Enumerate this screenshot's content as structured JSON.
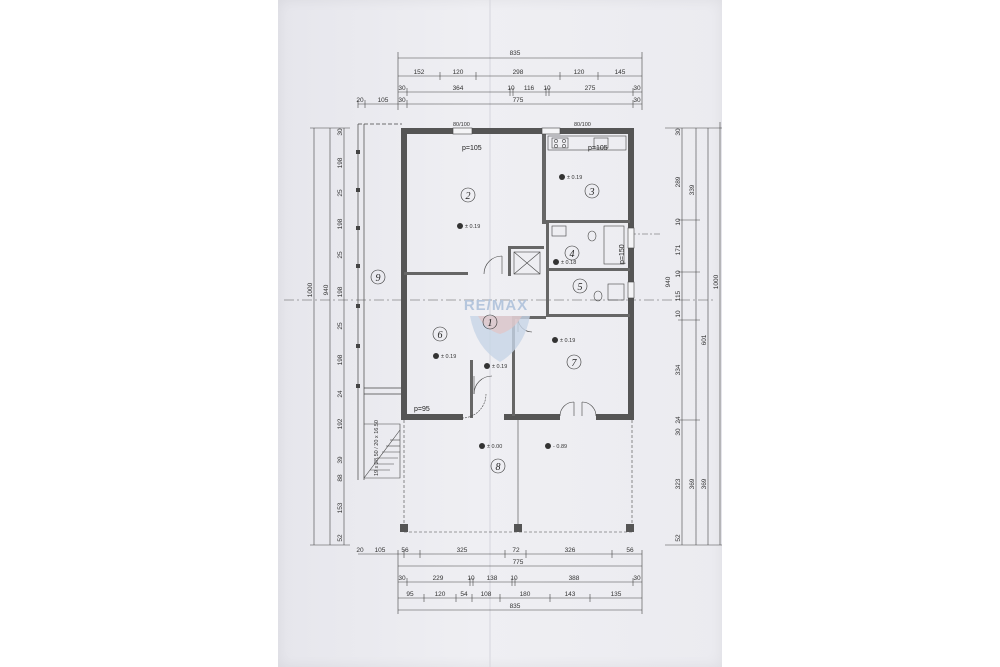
{
  "dims_top": {
    "total": "835",
    "row1": [
      "152",
      "120",
      "298",
      "120",
      "145"
    ],
    "row2": [
      "30",
      "364",
      "10",
      "116",
      "10",
      "275",
      "30"
    ],
    "row3": [
      "20",
      "105",
      "30",
      "775",
      "30"
    ]
  },
  "dims_bottom": {
    "row1": [
      "20",
      "105",
      "56",
      "325",
      "72",
      "326",
      "56"
    ],
    "row2": [
      "775"
    ],
    "row3": [
      "30",
      "229",
      "10",
      "138",
      "10",
      "388",
      "30"
    ],
    "row4": [
      "95",
      "120",
      "54",
      "108",
      "180",
      "143",
      "135"
    ],
    "total": "835"
  },
  "dims_left": {
    "outer": "1000",
    "mid": "940",
    "segments": [
      "30",
      "198",
      "25",
      "198",
      "25",
      "198",
      "25",
      "198",
      "24",
      "192",
      "39",
      "88",
      "153",
      "52"
    ]
  },
  "dims_right": {
    "outer1": "1000",
    "outer2": "601",
    "mid": "940",
    "segments": [
      "30",
      "289",
      "10",
      "171",
      "10",
      "115",
      "10",
      "334",
      "24",
      "30",
      "323",
      "369",
      "52"
    ],
    "extra": [
      "339",
      "369"
    ]
  },
  "rooms": [
    "1",
    "2",
    "3",
    "4",
    "5",
    "6",
    "7",
    "8",
    "9"
  ],
  "levels": {
    "room1": "± 0.19",
    "room2": "± 0.19",
    "room3": "± 0.19",
    "room4": "± 0.18",
    "room6": "± 0.19",
    "room7": "± 0.19",
    "room8a": "± 0.00",
    "room8b": "- 0.89"
  },
  "notes": {
    "p105a": "p=105",
    "p105b": "p=105",
    "p150": "p=150",
    "p95": "p=95",
    "stair": "19 x 28.50 / 20 x 16.50",
    "win_small": "80/100"
  },
  "watermark": "RE/MAX"
}
